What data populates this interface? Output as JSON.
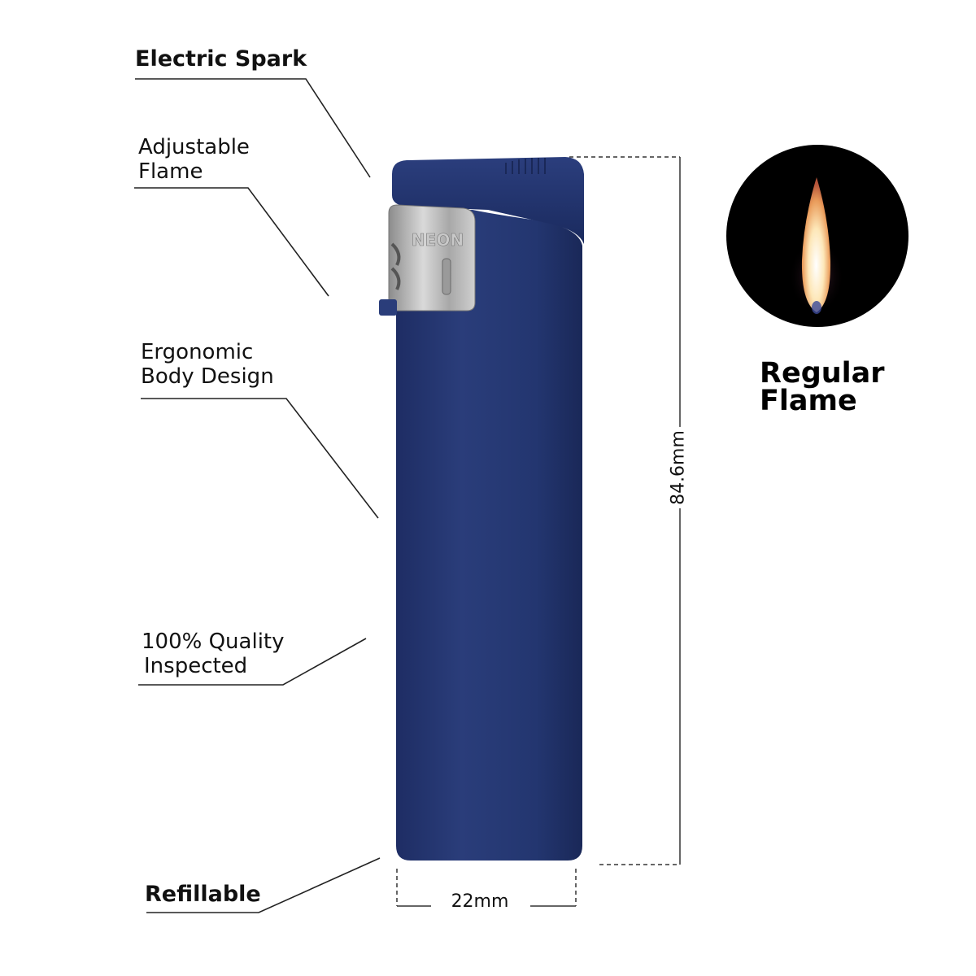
{
  "features": {
    "electric_spark": "Electric Spark",
    "adjustable_flame_line1": "Adjustable",
    "adjustable_flame_line2": "Flame",
    "ergonomic_line1": "Ergonomic",
    "ergonomic_line2": "Body Design",
    "quality_line1": "100% Quality",
    "quality_line2": "Inspected",
    "refillable": "Refillable"
  },
  "flame": {
    "caption_line1": "Regular",
    "caption_line2": "Flame"
  },
  "dimensions": {
    "height": "84.6mm",
    "width": "22mm"
  },
  "product": {
    "brand_mark": "NEON",
    "body_color": "#24366f",
    "cap_color": "#1c2c62"
  }
}
